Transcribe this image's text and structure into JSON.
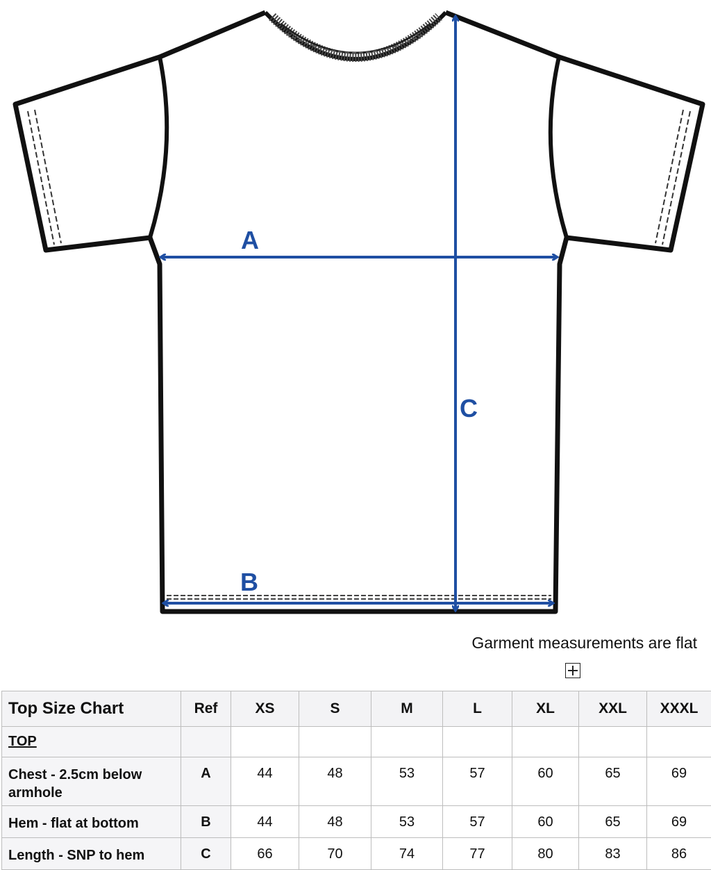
{
  "diagram": {
    "labels": {
      "a": "A",
      "b": "B",
      "c": "C"
    },
    "colors": {
      "outline": "#111111",
      "arrow": "#1f4fa3"
    }
  },
  "note": "Garment measurements are flat",
  "table": {
    "title": "Top Size Chart",
    "ref_header": "Ref",
    "sizes": [
      "XS",
      "S",
      "M",
      "L",
      "XL",
      "XXL",
      "XXXL"
    ],
    "section": "TOP",
    "rows": [
      {
        "label": "Chest - 2.5cm below armhole",
        "ref": "A",
        "values": [
          "44",
          "48",
          "53",
          "57",
          "60",
          "65",
          "69"
        ]
      },
      {
        "label": "Hem - flat at bottom",
        "ref": "B",
        "values": [
          "44",
          "48",
          "53",
          "57",
          "60",
          "65",
          "69"
        ]
      },
      {
        "label": "Length - SNP to hem",
        "ref": "C",
        "values": [
          "66",
          "70",
          "74",
          "77",
          "80",
          "83",
          "86"
        ]
      }
    ]
  }
}
